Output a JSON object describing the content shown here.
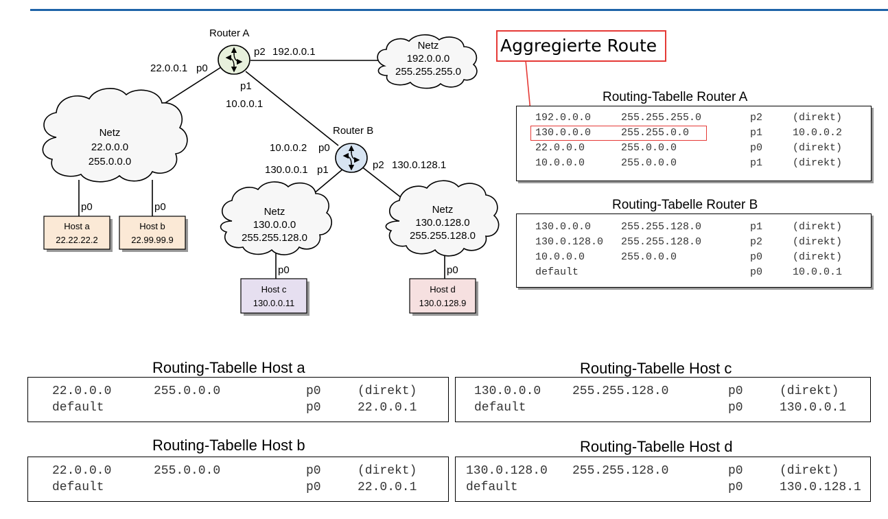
{
  "network": {
    "router_a": {
      "name": "Router A",
      "p0_ip": "22.0.0.1",
      "p0": "p0",
      "p1": "p1",
      "p1_ip": "10.0.0.1",
      "p2": "p2",
      "p2_ip": "192.0.0.1"
    },
    "router_b": {
      "name": "Router B",
      "p0_ip": "10.0.0.2",
      "p0": "p0",
      "p1_ip": "130.0.0.1",
      "p1": "p1",
      "p2": "p2",
      "p2_ip": "130.0.128.1"
    },
    "net_192": {
      "title": "Netz",
      "addr": "192.0.0.0",
      "mask": "255.255.255.0"
    },
    "net_22": {
      "title": "Netz",
      "addr": "22.0.0.0",
      "mask": "255.0.0.0"
    },
    "net_130": {
      "title": "Netz",
      "addr": "130.0.0.0",
      "mask": "255.255.128.0"
    },
    "net_130_128": {
      "title": "Netz",
      "addr": "130.0.128.0",
      "mask": "255.255.128.0"
    },
    "host_a": {
      "name": "Host a",
      "ip": "22.22.22.2",
      "port": "p0",
      "color": "#fbe9d6"
    },
    "host_b": {
      "name": "Host b",
      "ip": "22.99.99.9",
      "port": "p0",
      "color": "#fbe9d6"
    },
    "host_c": {
      "name": "Host c",
      "ip": "130.0.0.11",
      "port": "p0",
      "color": "#e6dff0"
    },
    "host_d": {
      "name": "Host d",
      "ip": "130.0.128.9",
      "port": "p0",
      "color": "#f6e0e0"
    },
    "router_a_color": "#e7f0dc",
    "router_b_color": "#d7e4f2"
  },
  "callout": {
    "label": "Aggregierte Route",
    "color": "#e53935"
  },
  "tables": {
    "router_a": {
      "title": "Routing-Tabelle Router A",
      "rows": [
        [
          "192.0.0.0",
          "255.255.255.0",
          "p2",
          "(direkt)"
        ],
        [
          "130.0.0.0",
          "255.255.0.0",
          "p1",
          "10.0.0.2"
        ],
        [
          "22.0.0.0",
          "255.0.0.0",
          "p0",
          "(direkt)"
        ],
        [
          "10.0.0.0",
          "255.0.0.0",
          "p1",
          "(direkt)"
        ]
      ]
    },
    "router_b": {
      "title": "Routing-Tabelle Router B",
      "rows": [
        [
          "130.0.0.0",
          "255.255.128.0",
          "p1",
          "(direkt)"
        ],
        [
          "130.0.128.0",
          "255.255.128.0",
          "p2",
          "(direkt)"
        ],
        [
          "10.0.0.0",
          "255.0.0.0",
          "p0",
          "(direkt)"
        ],
        [
          "default",
          "",
          "p0",
          "10.0.0.1"
        ]
      ]
    },
    "host_a": {
      "title": "Routing-Tabelle Host a",
      "rows": [
        [
          "22.0.0.0",
          "255.0.0.0",
          "p0",
          "(direkt)"
        ],
        [
          "default",
          "",
          "p0",
          "22.0.0.1"
        ]
      ]
    },
    "host_b": {
      "title": "Routing-Tabelle Host b",
      "rows": [
        [
          "22.0.0.0",
          "255.0.0.0",
          "p0",
          "(direkt)"
        ],
        [
          "default",
          "",
          "p0",
          "22.0.0.1"
        ]
      ]
    },
    "host_c": {
      "title": "Routing-Tabelle Host c",
      "rows": [
        [
          "130.0.0.0",
          "255.255.128.0",
          "p0",
          "(direkt)"
        ],
        [
          "default",
          "",
          "p0",
          "130.0.0.1"
        ]
      ]
    },
    "host_d": {
      "title": "Routing-Tabelle Host d",
      "rows": [
        [
          "130.0.128.0",
          "255.255.128.0",
          "p0",
          "(direkt)"
        ],
        [
          "default",
          "",
          "p0",
          "130.0.128.1"
        ]
      ]
    }
  }
}
